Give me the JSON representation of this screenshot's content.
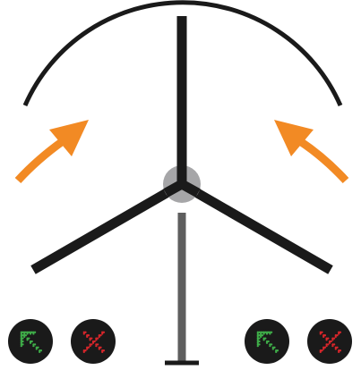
{
  "diagram": {
    "description_free": true,
    "colors": {
      "background": "#ffffff",
      "arc": "#1a1a1a",
      "blade": "#1a1a1a",
      "mast": "#5e5e5e",
      "hub": "#a6a6a8",
      "arrow": "#f28a24",
      "signal_bg": "#1a1a1a",
      "signal_go": "#3fae49",
      "signal_stop": "#d9262b"
    },
    "icons": {
      "rotation_arrows": [
        "curved-arrow-left-icon",
        "curved-arrow-right-icon"
      ],
      "signals": [
        {
          "name": "green-arrow-signal-icon",
          "meaning": "go",
          "group": "left"
        },
        {
          "name": "red-x-signal-icon",
          "meaning": "stop",
          "group": "left"
        },
        {
          "name": "green-arrow-signal-icon",
          "meaning": "go",
          "group": "right"
        },
        {
          "name": "red-x-signal-icon",
          "meaning": "stop",
          "group": "right"
        }
      ]
    }
  }
}
